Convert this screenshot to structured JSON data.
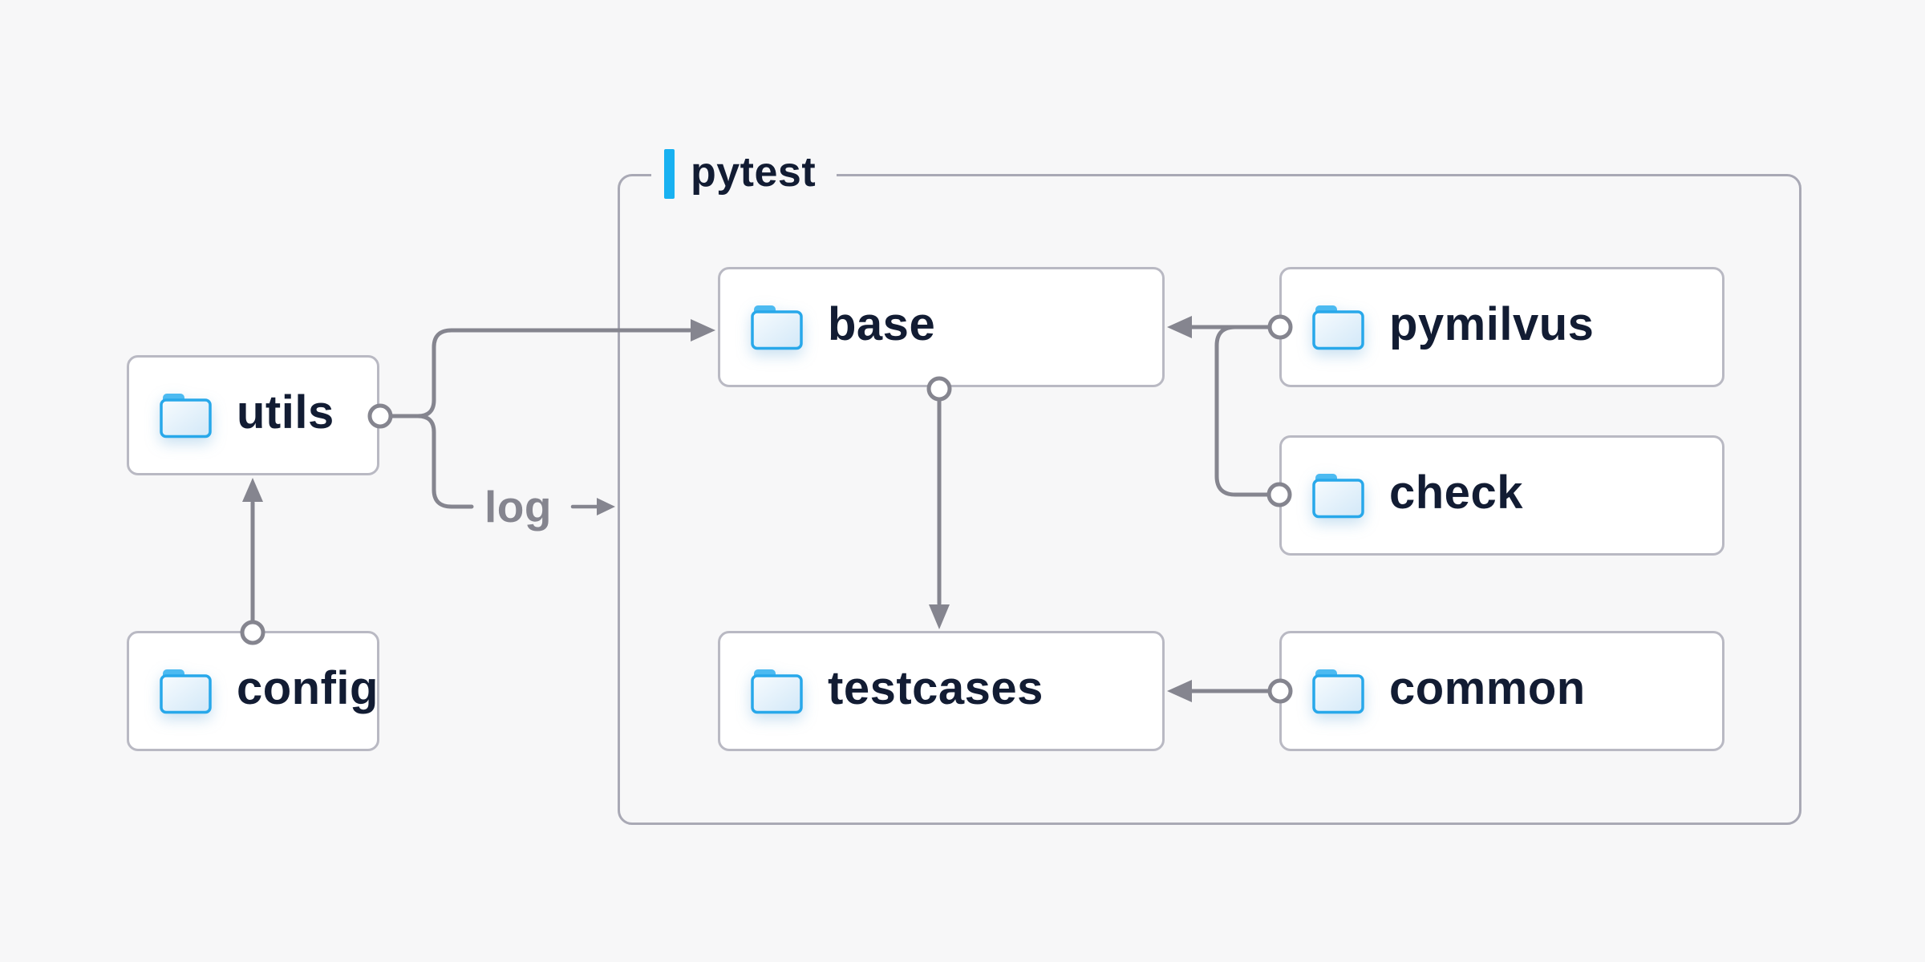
{
  "page": {
    "background_color": "#f7f7f8"
  },
  "frame": {
    "label": "pytest",
    "accent_color": "#18b1f1",
    "border_color": "#a9a9b5"
  },
  "nodes": {
    "utils": {
      "label": "utils",
      "icon": "folder-icon"
    },
    "config": {
      "label": "config",
      "icon": "folder-icon"
    },
    "base": {
      "label": "base",
      "icon": "folder-icon"
    },
    "pymilvus": {
      "label": "pymilvus",
      "icon": "folder-icon"
    },
    "check": {
      "label": "check",
      "icon": "folder-icon"
    },
    "testcases": {
      "label": "testcases",
      "icon": "folder-icon"
    },
    "common": {
      "label": "common",
      "icon": "folder-icon"
    }
  },
  "edges": {
    "log_label": "log",
    "list": [
      {
        "from": "config",
        "to": "utils"
      },
      {
        "from": "utils",
        "to": "base"
      },
      {
        "from": "utils",
        "to": "pytest-frame",
        "label": "log"
      },
      {
        "from": "pymilvus",
        "to": "base"
      },
      {
        "from": "check",
        "to": "base"
      },
      {
        "from": "base",
        "to": "testcases"
      },
      {
        "from": "common",
        "to": "testcases"
      }
    ]
  },
  "colors": {
    "line": "#85858f",
    "node_border": "#b9b9c3",
    "node_fill": "#ffffff",
    "text": "#121c33",
    "folder_outline": "#28a8ea",
    "folder_tab": "#4cbaf1",
    "accent": "#18b1f1"
  }
}
